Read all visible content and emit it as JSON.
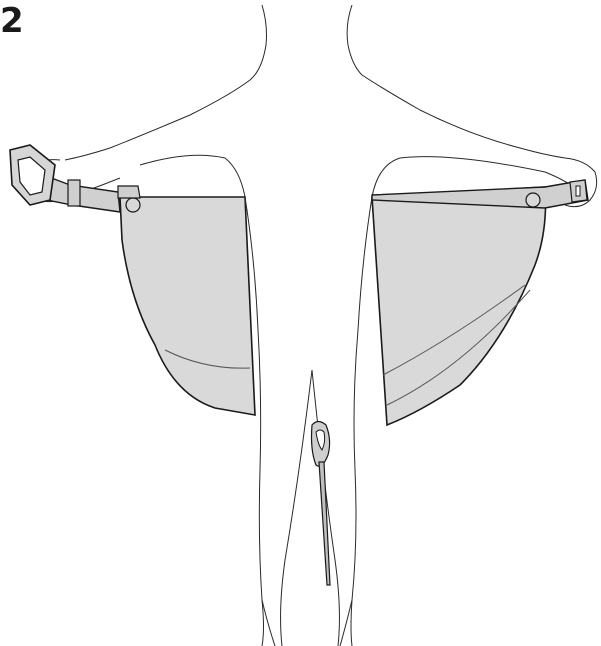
{
  "step": {
    "number": "2"
  },
  "colors": {
    "outline": "#1a1a1a",
    "fill": "#d9d9d9",
    "background": "#ffffff"
  },
  "figure": {
    "parts": [
      "person-outline",
      "left-arm",
      "right-arm",
      "left-strap",
      "right-strap",
      "left-panel",
      "right-panel",
      "harness-buckle",
      "center-strap"
    ]
  }
}
